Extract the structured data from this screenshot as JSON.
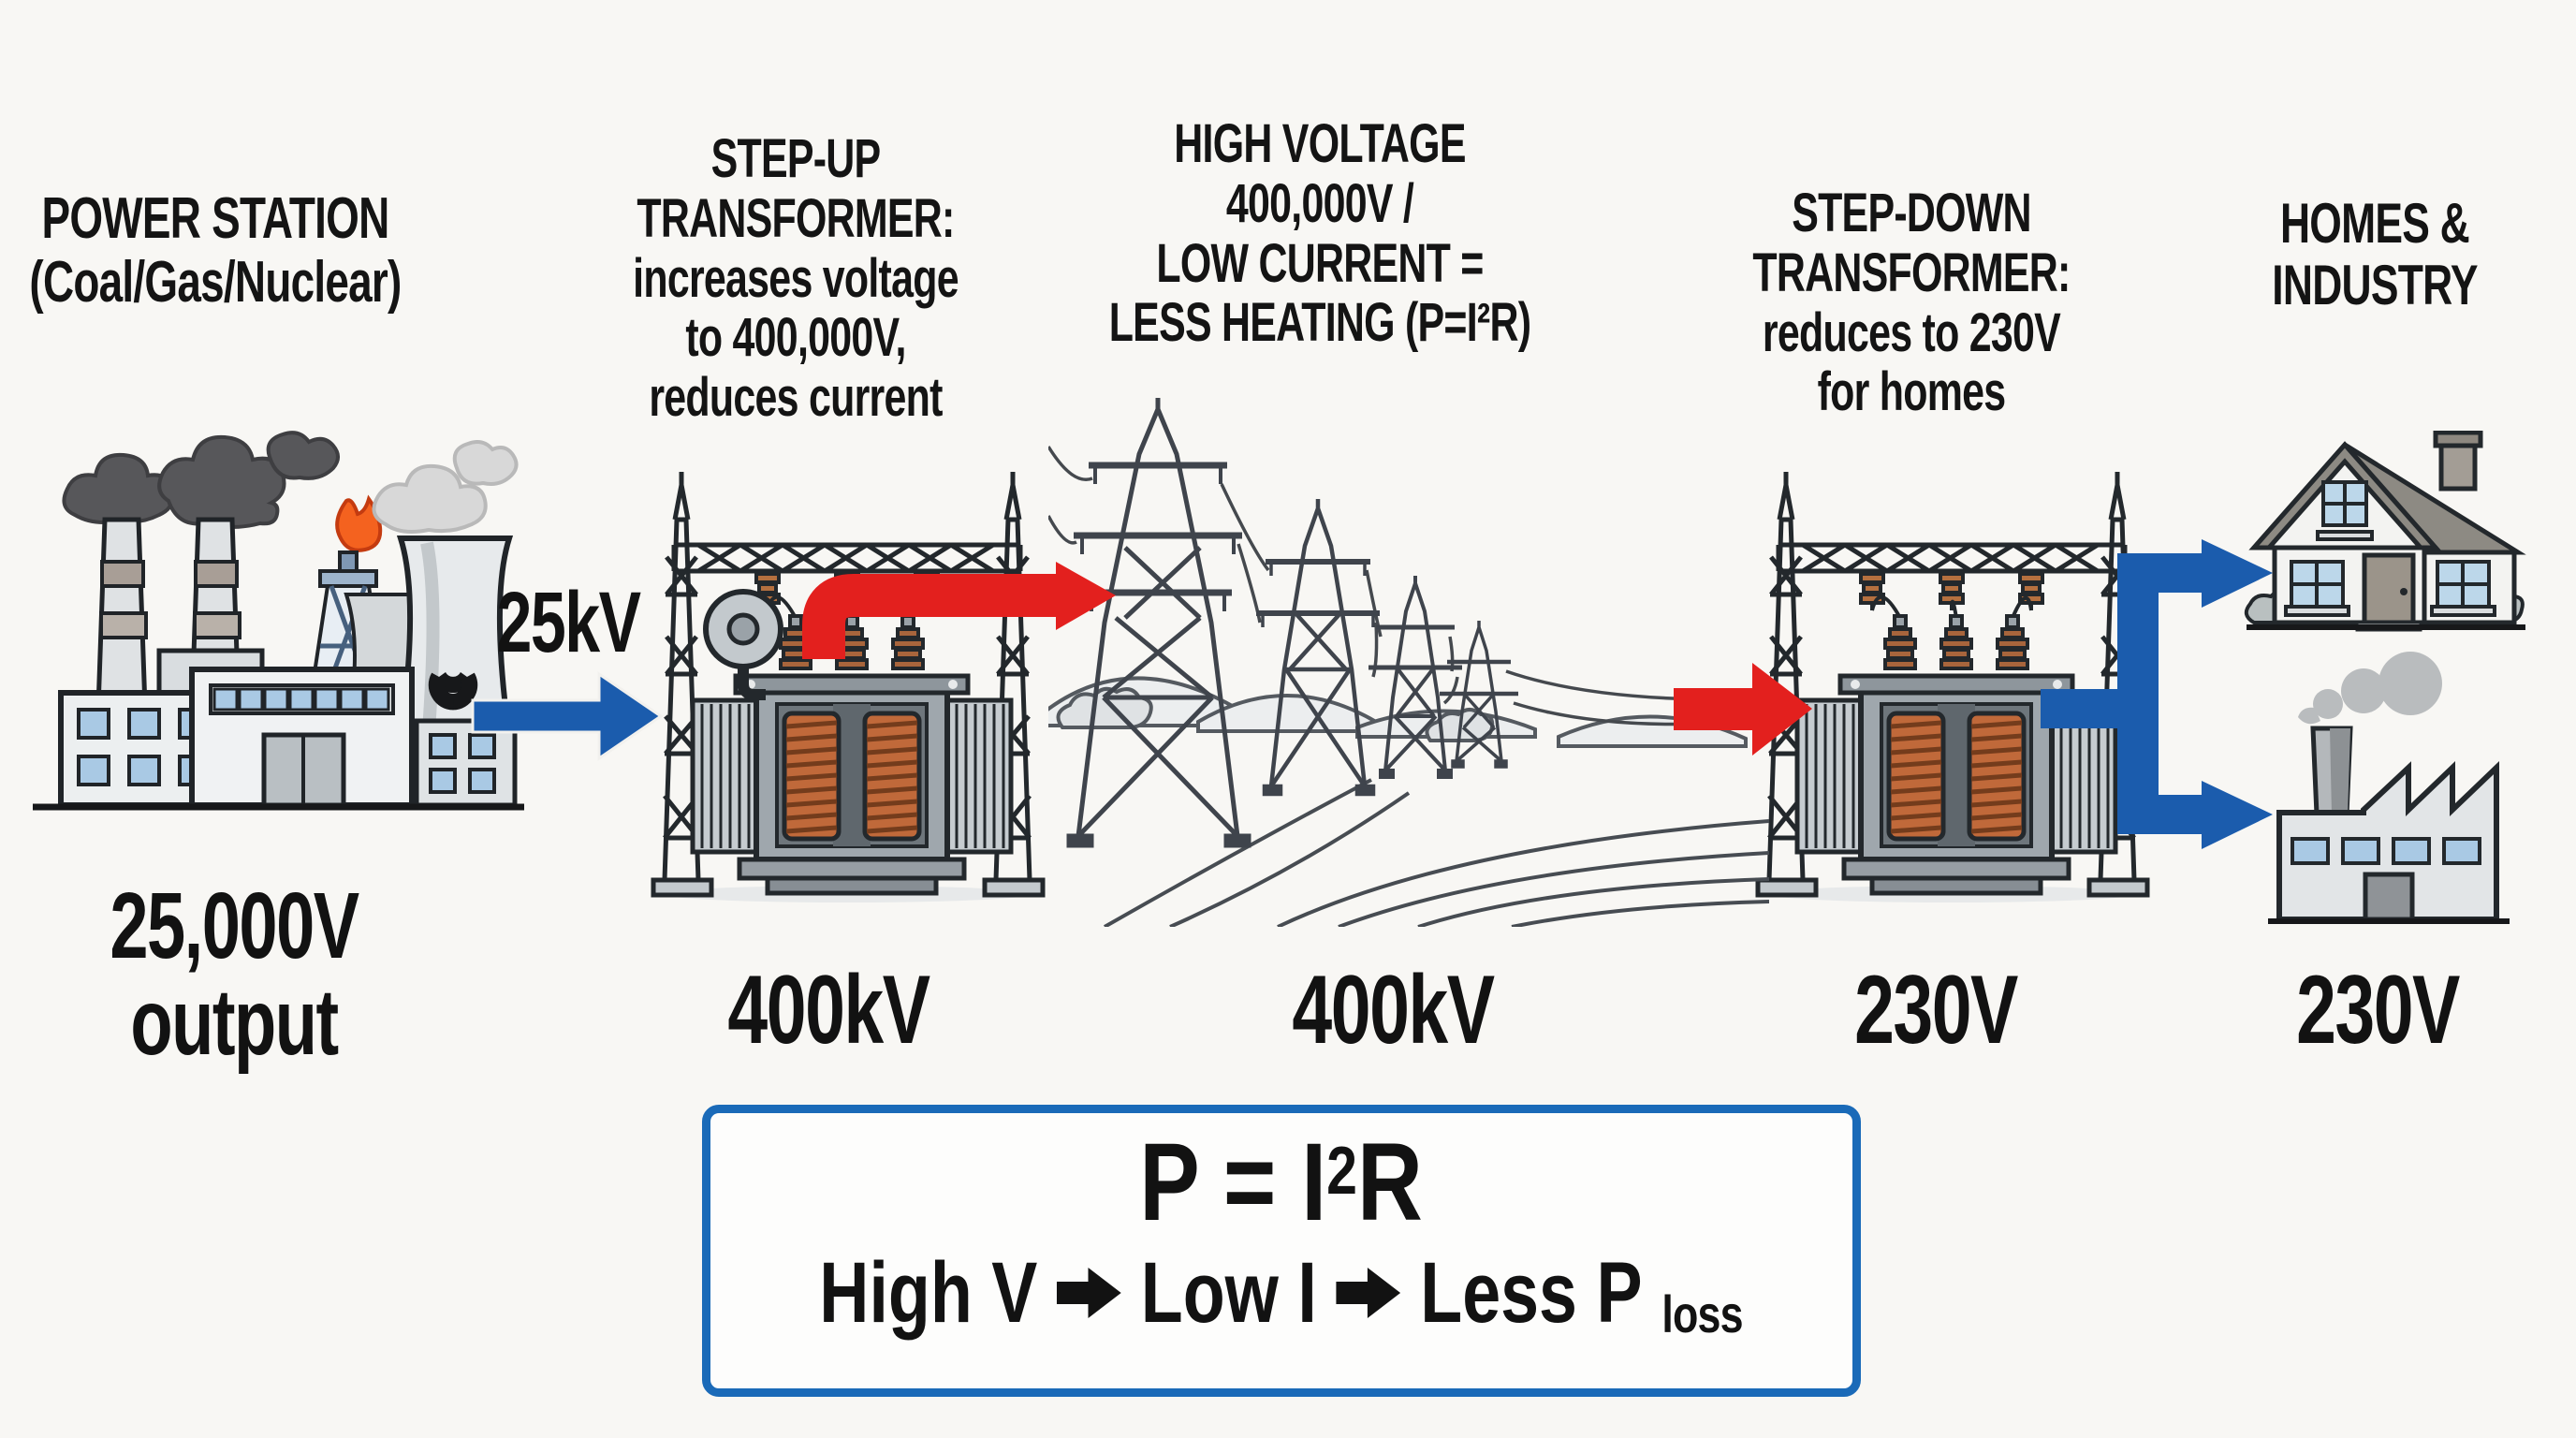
{
  "title": "Electricity transmission: power station to homes",
  "colors": {
    "background": "#f8f7f4",
    "text": "#141414",
    "arrow_blue": "#1b5cad",
    "arrow_red": "#e3201e",
    "box_border": "#1a6ab8",
    "coil_copper": "#c0693a",
    "coil_stripe": "#743c1c",
    "steel_gray": "#9fa7ad",
    "smoke_dark": "#57575a",
    "steam_light": "#d8d8d8",
    "window_blue": "#a9c9e4",
    "flame_orange": "#f4621f"
  },
  "headers": {
    "power_station": {
      "lines": [
        "POWER STATION",
        "(Coal/Gas/Nuclear)"
      ]
    },
    "step_up": {
      "lines": [
        "STEP-UP",
        "TRANSFORMER:",
        "increases voltage",
        "to 400,000V,",
        "reduces current"
      ]
    },
    "high_voltage": {
      "lines": [
        "HIGH VOLTAGE",
        "400,000V /",
        "LOW CURRENT =",
        "LESS HEATING (P=I²R)"
      ]
    },
    "step_down": {
      "lines": [
        "STEP-DOWN",
        "TRANSFORMER:",
        "reduces to 230V",
        "for homes"
      ]
    },
    "homes_industry": {
      "lines": [
        "HOMES &",
        "INDUSTRY"
      ]
    }
  },
  "labels": {
    "station_output": {
      "lines": [
        "25,000V",
        "output"
      ]
    },
    "feed": "25kV",
    "step_up_out": "400kV",
    "grid_line": "400kV",
    "step_down_out": "230V",
    "homes_in": "230V"
  },
  "formula_box": {
    "equation": {
      "lhs": "P = I",
      "sup": "2",
      "rhs": "R"
    },
    "flow": {
      "part1": "High V",
      "part2": "Low I",
      "part3": "Less P",
      "sub": "loss"
    }
  },
  "icons": {
    "power_station": "coal-gas-nuclear-plant-icon",
    "step_up_transformer": "transformer-icon",
    "pylons": "transmission-pylons-icon",
    "step_down_transformer": "transformer-icon",
    "house": "house-icon",
    "factory": "factory-icon"
  }
}
